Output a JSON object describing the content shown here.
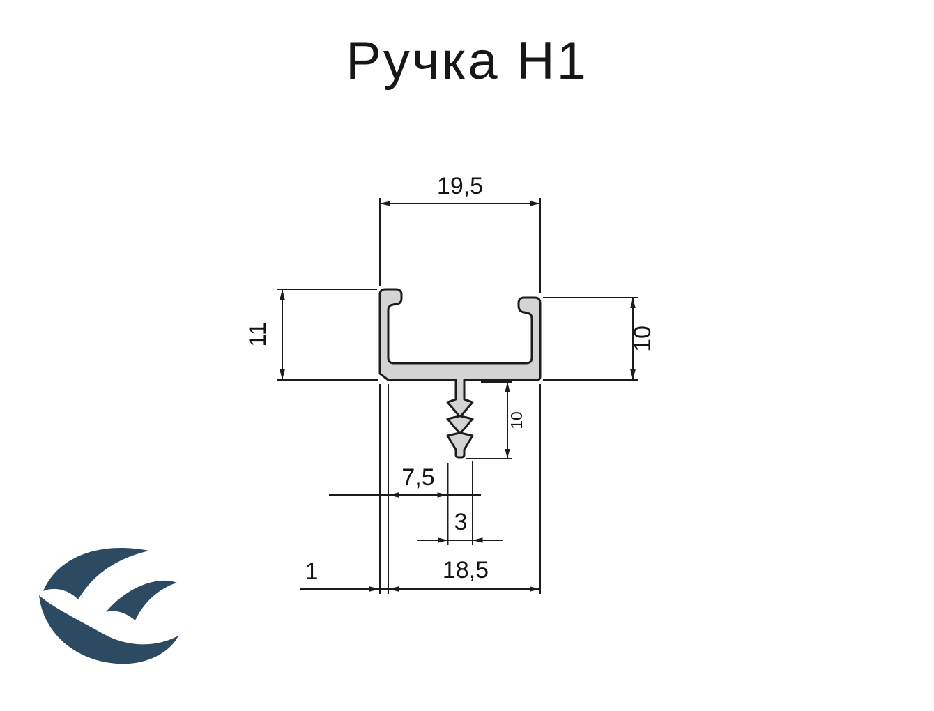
{
  "title": "Ручка Н1",
  "dims": {
    "top_width": "19,5",
    "left_height": "11",
    "right_height": "10",
    "stem_length": "10",
    "stem_offset": "7,5",
    "stem_width": "3",
    "wall_thickness": "1",
    "bottom_width": "18,5"
  },
  "colors": {
    "line": "#1c1c1c",
    "profile_fill": "#d4d4d4",
    "logo": "#2d4a63",
    "background": "#ffffff",
    "text": "#141414"
  },
  "icons": {
    "logo": "seagull-logo"
  }
}
